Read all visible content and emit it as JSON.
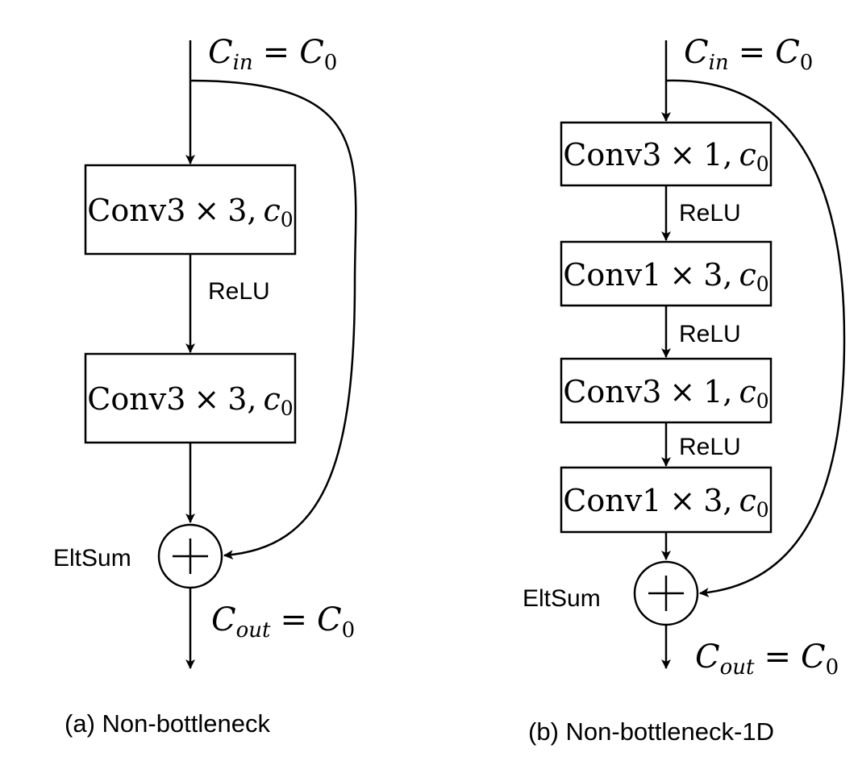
{
  "diagrams": [
    {
      "id": "a",
      "caption": "(a) Non-bottleneck",
      "input": {
        "var": "C",
        "sub": "in",
        "eq": "=",
        "rhs": "C",
        "rhs_sub": "0"
      },
      "blocks": [
        {
          "op": "Conv3",
          "times": "×",
          "k": "3",
          "comma": ",",
          "ch": "c",
          "ch_sub": "0"
        },
        {
          "op": "Conv3",
          "times": "×",
          "k": "3",
          "comma": ",",
          "ch": "c",
          "ch_sub": "0"
        }
      ],
      "activations": [
        "ReLU"
      ],
      "sum_label": "EltSum",
      "output": {
        "var": "C",
        "sub": "out",
        "eq": "=",
        "rhs": "C",
        "rhs_sub": "0"
      }
    },
    {
      "id": "b",
      "caption": "(b) Non-bottleneck-1D",
      "input": {
        "var": "C",
        "sub": "in",
        "eq": "=",
        "rhs": "C",
        "rhs_sub": "0"
      },
      "blocks": [
        {
          "op": "Conv3",
          "times": "×",
          "k": "1",
          "comma": ",",
          "ch": "c",
          "ch_sub": "0"
        },
        {
          "op": "Conv1",
          "times": "×",
          "k": "3",
          "comma": ",",
          "ch": "c",
          "ch_sub": "0"
        },
        {
          "op": "Conv3",
          "times": "×",
          "k": "1",
          "comma": ",",
          "ch": "c",
          "ch_sub": "0"
        },
        {
          "op": "Conv1",
          "times": "×",
          "k": "3",
          "comma": ",",
          "ch": "c",
          "ch_sub": "0"
        }
      ],
      "activations": [
        "ReLU",
        "ReLU",
        "ReLU"
      ],
      "sum_label": "EltSum",
      "output": {
        "var": "C",
        "sub": "out",
        "eq": "=",
        "rhs": "C",
        "rhs_sub": "0"
      }
    }
  ]
}
